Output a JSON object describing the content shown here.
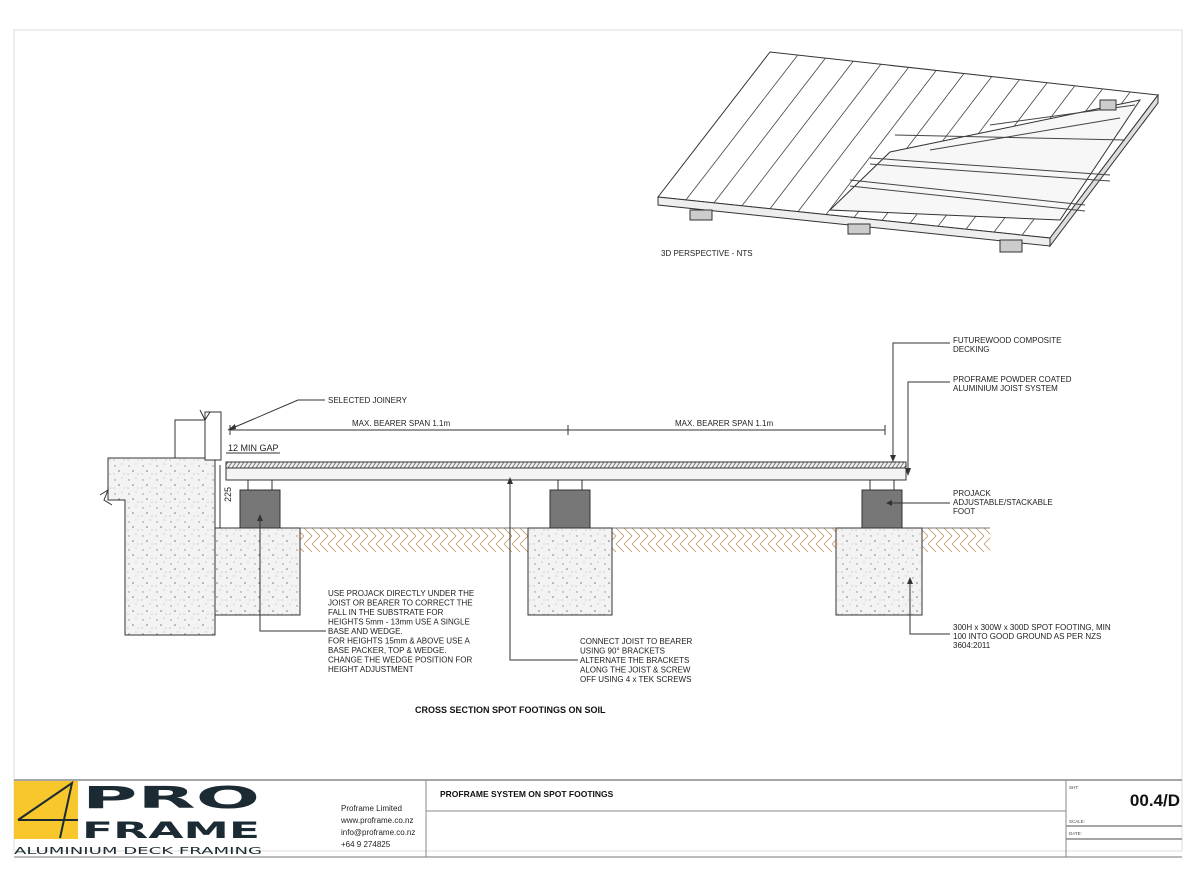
{
  "perspective": {
    "label": "3D PERSPECTIVE - NTS"
  },
  "section": {
    "title": "CROSS SECTION SPOT FOOTINGS ON SOIL",
    "span_left": "MAX. BEARER SPAN 1.1m",
    "span_right": "MAX. BEARER SPAN 1.1m",
    "gap": "12 MIN GAP",
    "height_dim": "225",
    "joinery": "SELECTED JOINERY",
    "decking": [
      "FUTUREWOOD COMPOSITE",
      "DECKING"
    ],
    "joist": [
      "PROFRAME POWDER COATED",
      "ALUMINIUM  JOIST SYSTEM"
    ],
    "projack": [
      "PROJACK",
      "ADJUSTABLE/STACKABLE",
      "FOOT"
    ],
    "footing": [
      "300H x 300W x 300D SPOT FOOTING, MIN",
      "100 INTO GOOD GROUND AS PER NZS",
      "3604:2011"
    ],
    "projack_note": [
      "USE PROJACK DIRECTLY UNDER THE",
      "JOIST OR BEARER TO CORRECT THE",
      "FALL IN THE SUBSTRATE FOR",
      "HEIGHTS 5mm - 13mm USE A SINGLE",
      "BASE AND WEDGE.",
      "FOR HEIGHTS 15mm & ABOVE USE A",
      "BASE PACKER, TOP & WEDGE.",
      "CHANGE THE WEDGE POSITION FOR",
      "HEIGHT ADJUSTMENT"
    ],
    "bracket_note": [
      "CONNECT JOIST TO BEARER",
      "USING 90° BRACKETS",
      "ALTERNATE THE BRACKETS",
      "ALONG THE JOIST & SCREW",
      "OFF USING 4 x TEK SCREWS"
    ]
  },
  "title_block": {
    "logo_text": [
      "PRO",
      "FRAME"
    ],
    "tagline": "ALUMINIUM DECK FRAMING",
    "company": "Proframe Limited",
    "website": "www.proframe.co.nz",
    "email": "info@proframe.co.nz",
    "phone": "+64 9 274825",
    "drawing_title": "PROFRAME SYSTEM ON SPOT FOOTINGS",
    "sheet_label": "SHT:",
    "sheet_number": "00.4/D",
    "scale_label": "SCALE:",
    "date_label": "DATE:"
  },
  "colors": {
    "logo_yellow": "#f7c72b",
    "logo_dark": "#1c2b33",
    "soil": "#c9a27c",
    "pedestal": "#777777"
  }
}
